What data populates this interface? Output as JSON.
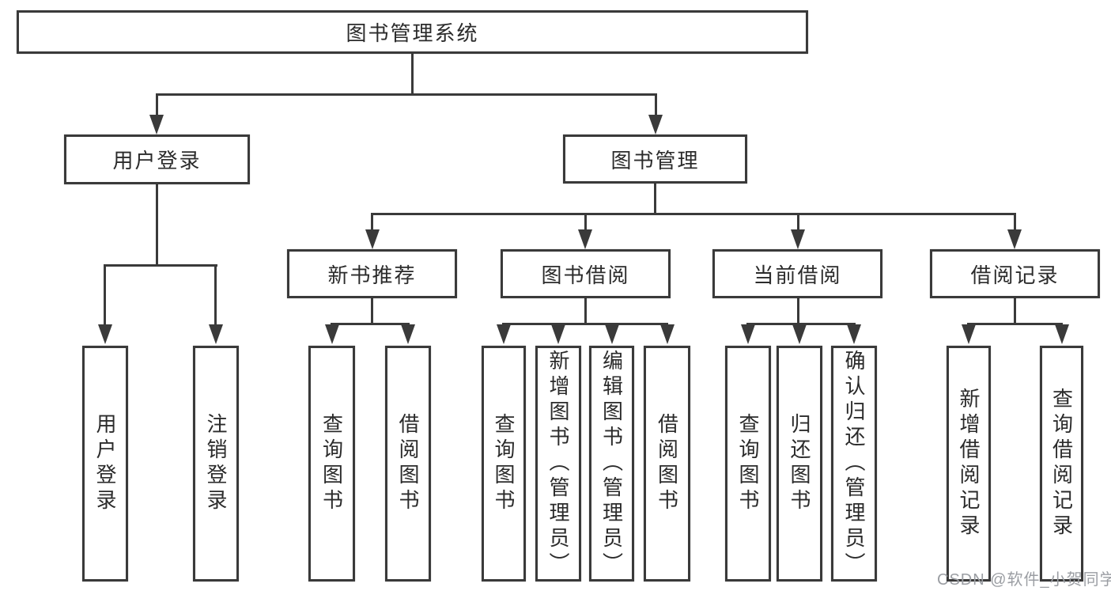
{
  "diagram": {
    "root": {
      "label": "图书管理系统"
    },
    "level2": [
      {
        "label": "用户登录"
      },
      {
        "label": "图书管理"
      }
    ],
    "level3": [
      {
        "label": "新书推荐"
      },
      {
        "label": "图书借阅"
      },
      {
        "label": "当前借阅"
      },
      {
        "label": "借阅记录"
      }
    ],
    "leaves": [
      {
        "label": "用户登录",
        "parent": "用户登录"
      },
      {
        "label": "注销登录",
        "parent": "用户登录"
      },
      {
        "label": "查询图书",
        "parent": "新书推荐"
      },
      {
        "label": "借阅图书",
        "parent": "新书推荐"
      },
      {
        "label": "查询图书",
        "parent": "图书借阅"
      },
      {
        "label": "新增图书（管理员）",
        "parent": "图书借阅"
      },
      {
        "label": "编辑图书（管理员）",
        "parent": "图书借阅"
      },
      {
        "label": "借阅图书",
        "parent": "图书借阅"
      },
      {
        "label": "查询图书",
        "parent": "当前借阅"
      },
      {
        "label": "归还图书",
        "parent": "当前借阅"
      },
      {
        "label": "确认归还（管理员）",
        "parent": "当前借阅"
      },
      {
        "label": "新增借阅记录",
        "parent": "借阅记录"
      },
      {
        "label": "查询借阅记录",
        "parent": "借阅记录"
      }
    ],
    "colors": {
      "line": "#3a3a3a",
      "border": "#3a3a3a",
      "text": "#2b2b2b",
      "background": "#ffffff",
      "watermark": "#9b9ea3"
    }
  },
  "watermark": {
    "text": "CSDN @软件_小贺同学"
  }
}
